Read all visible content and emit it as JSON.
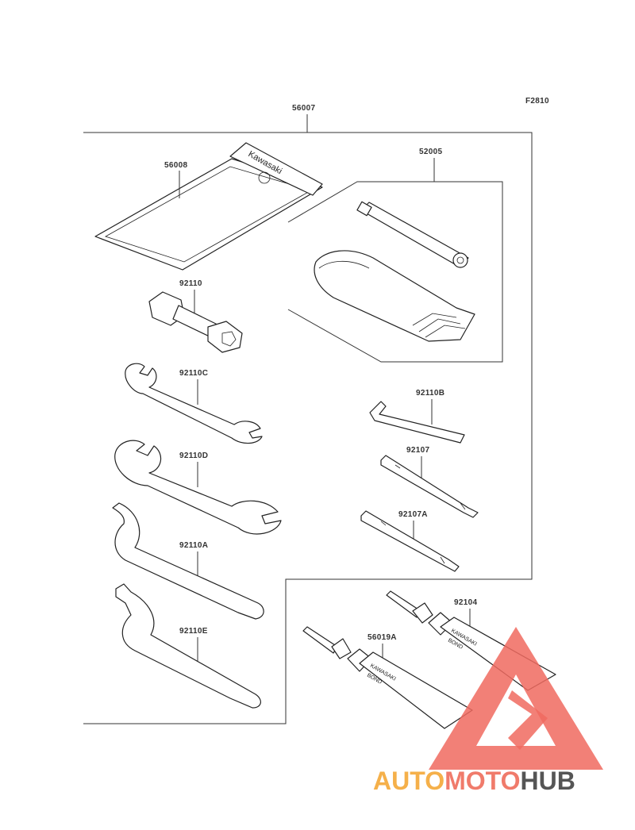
{
  "figure_code": "F2810",
  "callouts": {
    "kit": "56007",
    "case": "56008",
    "bag": "52005",
    "socket": "92110",
    "wrench_c": "92110C",
    "wrench_d": "92110D",
    "hook_a": "92110A",
    "hook_e": "92110E",
    "hex_key": "92110B",
    "screwdriver": "92107",
    "screwdriver_a": "92107A",
    "bond": "92104",
    "bond_a": "56019A"
  },
  "case_brand": "Kawasaki",
  "tube_brand": "KAWASAKI",
  "tube_text": "BOND",
  "watermark": {
    "part1": "AUTO",
    "part2": "MOTO",
    "part3": "HUB",
    "color1": "#f5b04a",
    "color2": "#f07b6b",
    "color3": "#555555",
    "logo_color": "#f06a5f"
  }
}
